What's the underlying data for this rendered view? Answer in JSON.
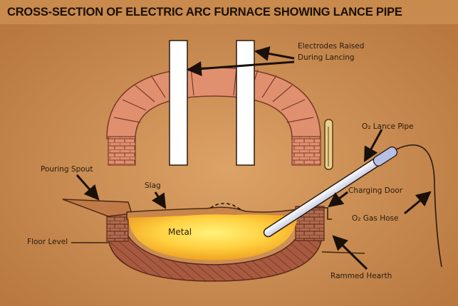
{
  "title": "CROSS-SECTION OF ELECTRIC ARC FURNACE SHOWING LANCE PIPE",
  "labels": {
    "electrodes_line1": "Electrodes Raised",
    "electrodes_line2": "During Lancing",
    "o2_lance_pipe": "O₂ Lance Pipe",
    "pouring_spout": "Pouring Spout",
    "slag": "Slag",
    "charging_door": "Charging Door",
    "o2_gas_hose": "O₂ Gas Hose",
    "floor_level": "Floor Level",
    "metal": "Metal",
    "rammed_hearth": "Rammed Hearth"
  },
  "colors": {
    "background": "#c98a4e",
    "brick": "#e0906f",
    "mortar": "#7a3a28",
    "hearth": "#a85a40",
    "metal_center": "#fff27a",
    "metal_edge": "#f0a020",
    "slag": "#c9854a",
    "electrode": "#ffffff",
    "lance": "#e8eaf5"
  }
}
